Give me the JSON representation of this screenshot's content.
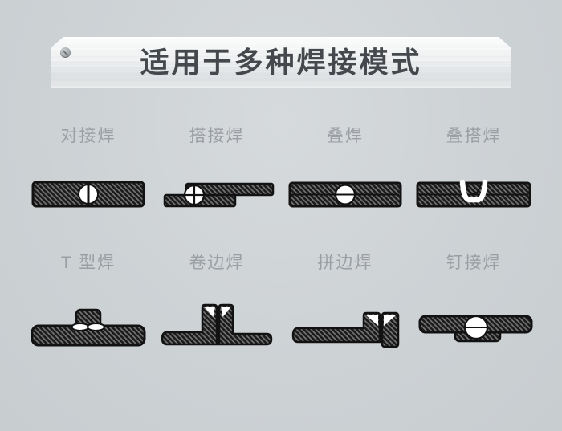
{
  "banner": {
    "title": "适用于多种焊接模式",
    "screw_icon": "screw-icon",
    "text_color": "#45494d"
  },
  "weld_modes": [
    {
      "label": "对接焊",
      "name": "butt-weld"
    },
    {
      "label": "搭接焊",
      "name": "lap-weld"
    },
    {
      "label": "叠焊",
      "name": "stack-weld"
    },
    {
      "label": "叠搭焊",
      "name": "stack-lap-weld"
    },
    {
      "label": "T 型焊",
      "name": "t-type-weld"
    },
    {
      "label": "卷边焊",
      "name": "flange-weld"
    },
    {
      "label": "拼边焊",
      "name": "edge-weld"
    },
    {
      "label": "钉接焊",
      "name": "stitch-weld"
    }
  ],
  "colors": {
    "background": "#cdd2d5",
    "plate_metal": "#eef0f1",
    "label_text": "#9b9fa3",
    "sheet_dark": "#1c1c1c",
    "hatch_line": "#757575",
    "outline": "#121212",
    "weld_white": "#ffffff"
  }
}
